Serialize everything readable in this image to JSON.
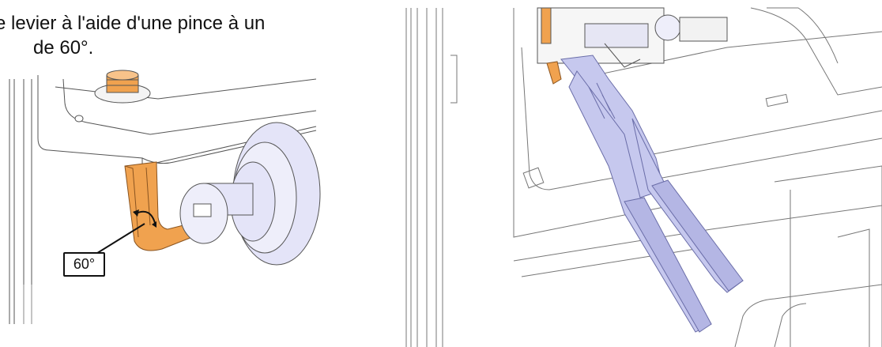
{
  "caption": {
    "line1": "e levier à l'aide d'une pince à un",
    "line2": "de 60°."
  },
  "callout": {
    "angle_label": "60°"
  },
  "colors": {
    "bracket": "#f0a24f",
    "bracket_dark": "#c9782a",
    "pliers": "#c6c8ee",
    "pliers_dark": "#8f92c8",
    "bolt": "#e4e4f8",
    "line": "#444444"
  },
  "icons": [
    "angle-arc-icon",
    "leader-line"
  ]
}
